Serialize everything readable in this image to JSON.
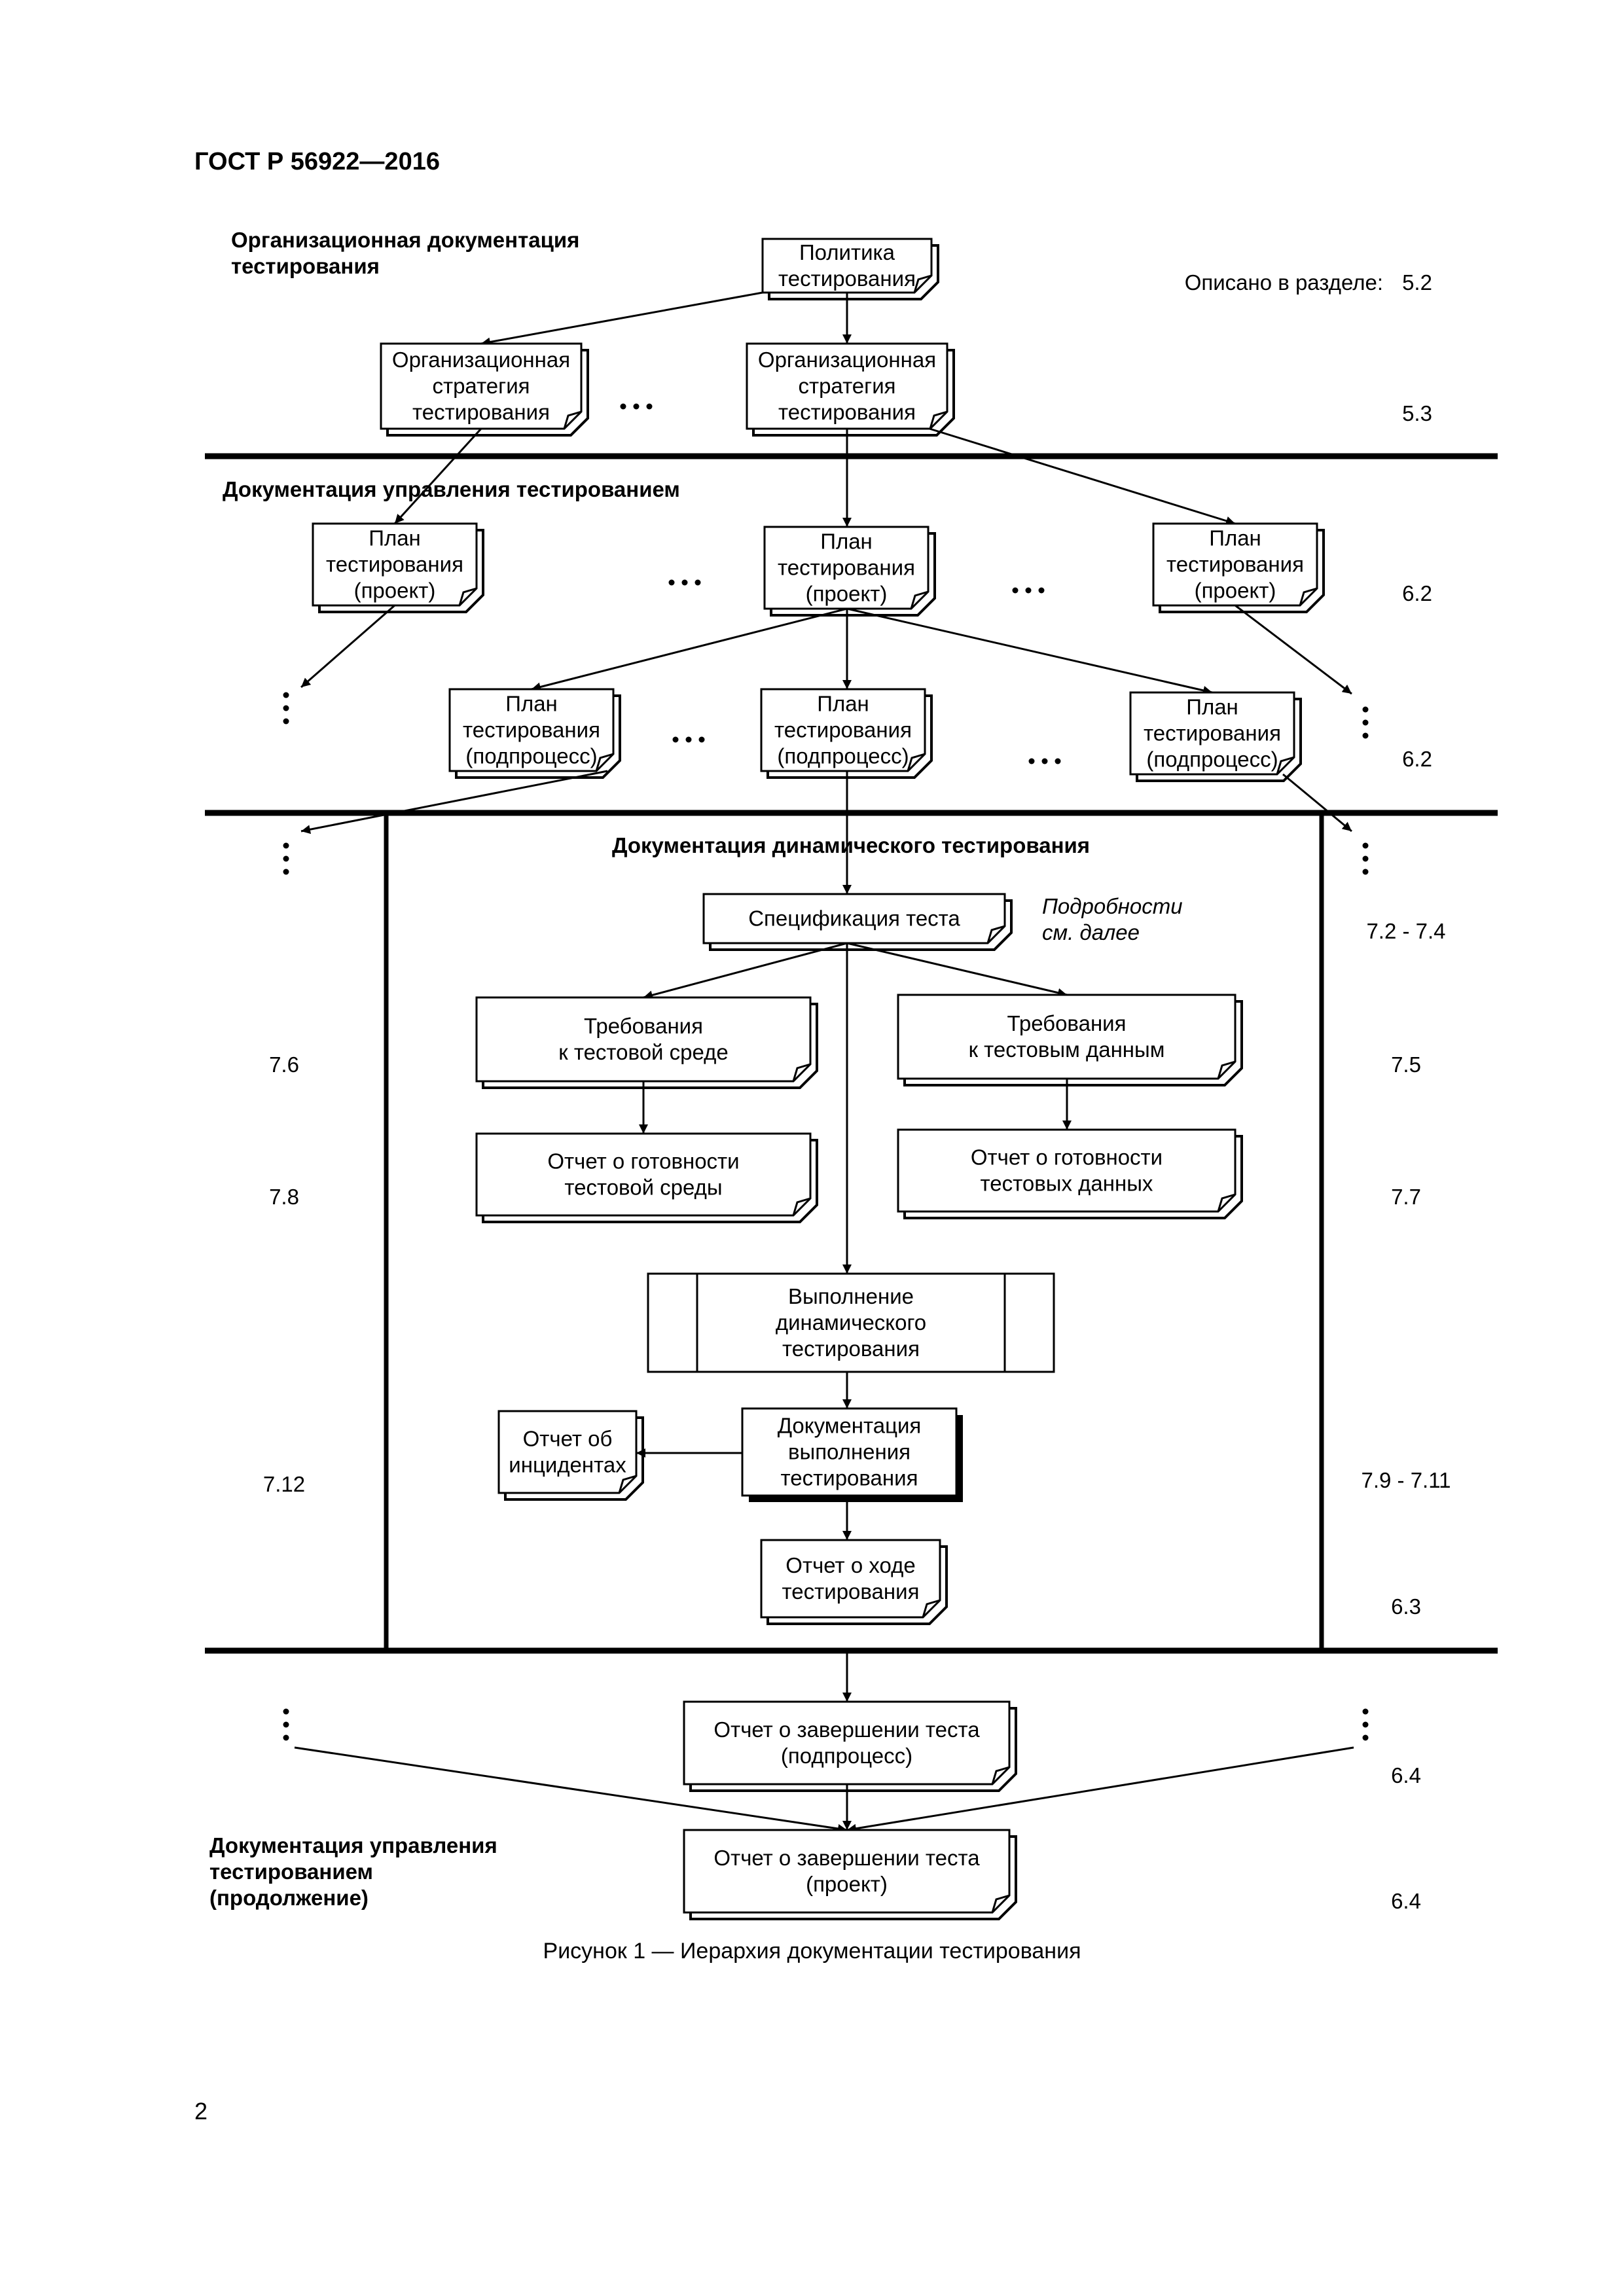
{
  "doc_code": "ГОСТ Р 56922—2016",
  "caption": "Рисунок 1 — Иерархия документации тестирования",
  "page_number": "2",
  "described_in_label": "Описано в разделе:",
  "sections": {
    "org": [
      "Организационная документация",
      "тестирования"
    ],
    "mgmt": [
      "Документация управления тестированием"
    ],
    "dynamic": [
      "Документация динамического тестирования"
    ],
    "mgmt_cont": [
      "Документация управления",
      "тестированием",
      "(продолжение)"
    ]
  },
  "details_note": [
    "Подробности",
    "см. далее"
  ],
  "nodes": {
    "policy": [
      "Политика",
      "тестирования"
    ],
    "org_strategy_1": [
      "Организационная",
      "стратегия",
      "тестирования"
    ],
    "org_strategy_2": [
      "Организационная",
      "стратегия",
      "тестирования"
    ],
    "plan_project_1": [
      "План",
      "тестирования",
      "(проект)"
    ],
    "plan_project_2": [
      "План",
      "тестирования",
      "(проект)"
    ],
    "plan_project_3": [
      "План",
      "тестирования",
      "(проект)"
    ],
    "plan_sub_1": [
      "План",
      "тестирования",
      "(подпроцесс)"
    ],
    "plan_sub_2": [
      "План",
      "тестирования",
      "(подпроцесс)"
    ],
    "plan_sub_3": [
      "План",
      "тестирования",
      "(подпроцесс)"
    ],
    "test_spec": [
      "Спецификация теста"
    ],
    "env_req": [
      "Требования",
      "к тестовой среде"
    ],
    "data_req": [
      "Требования",
      "к тестовым данным"
    ],
    "env_ready": [
      "Отчет о готовности",
      "тестовой среды"
    ],
    "data_ready": [
      "Отчет о готовности",
      "тестовых данных"
    ],
    "dyn_exec": [
      "Выполнение",
      "динамического",
      "тестирования"
    ],
    "incident": [
      "Отчет об",
      "инцидентах"
    ],
    "exec_doc": [
      "Документация",
      "выполнения",
      "тестирования"
    ],
    "progress": [
      "Отчет о ходе",
      "тестирования"
    ],
    "completion_sub": [
      "Отчет о завершении теста",
      "(подпроцесс)"
    ],
    "completion_proj": [
      "Отчет о завершении теста",
      "(проект)"
    ]
  },
  "refs": {
    "policy": "5.2",
    "strategy": "5.3",
    "plan_project": "6.2",
    "plan_sub": "6.2",
    "spec": "7.2 - 7.4",
    "env_req": "7.6",
    "data_req": "7.5",
    "env_ready": "7.8",
    "data_ready": "7.7",
    "incident": "7.12",
    "exec_doc": "7.9 - 7.11",
    "progress": "6.3",
    "completion_sub": "6.4",
    "completion_proj": "6.4"
  },
  "ellipsis": "•••"
}
